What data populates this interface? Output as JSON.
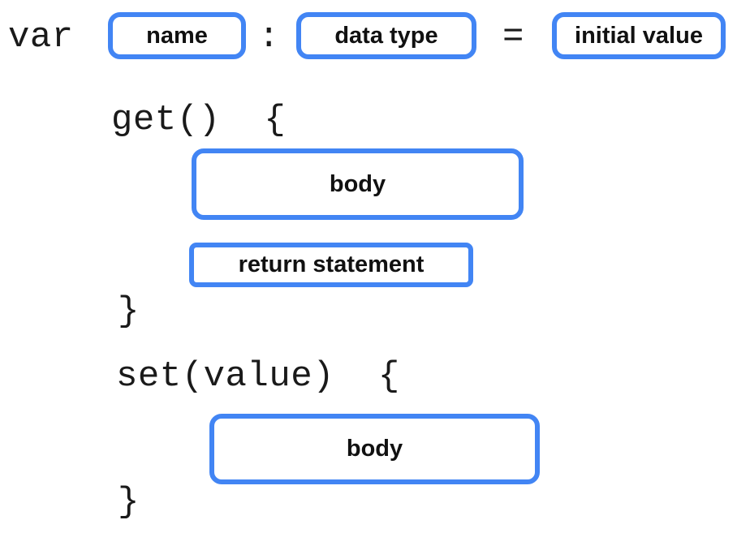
{
  "accent_color": "#4285F4",
  "declaration": {
    "var_keyword": "var",
    "name_label": "name",
    "colon": ":",
    "data_type_label": "data type",
    "equals": "=",
    "initial_value_label": "initial value"
  },
  "getter": {
    "open": "get()  {",
    "body_label": "body",
    "return_label": "return statement",
    "close": "}"
  },
  "setter": {
    "open": "set(value)  {",
    "body_label": "body",
    "close": "}"
  }
}
